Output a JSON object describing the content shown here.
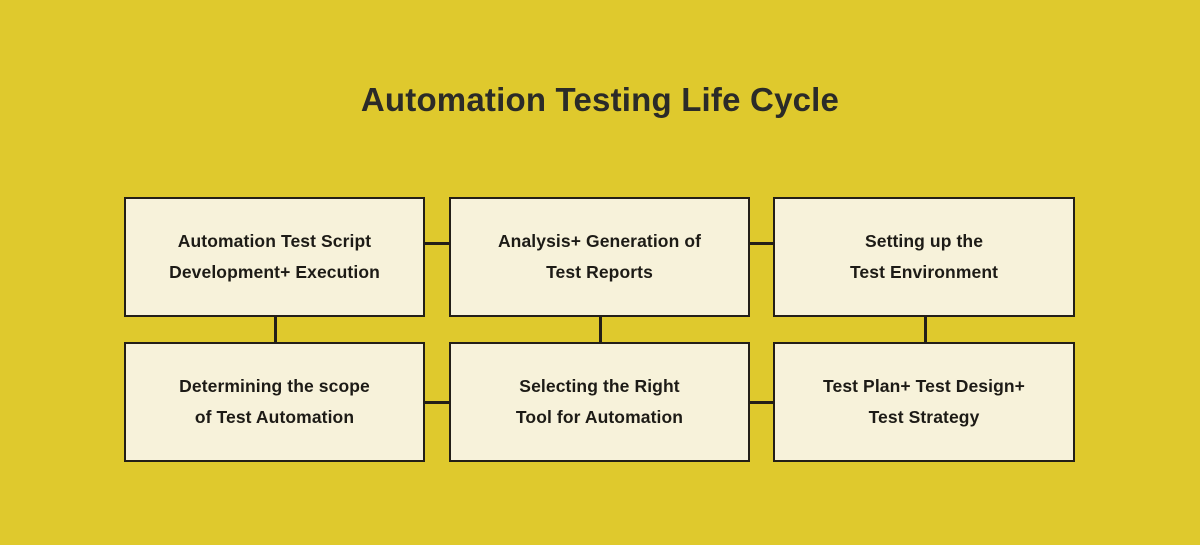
{
  "diagram": {
    "title": "Automation Testing Life Cycle",
    "background_color": "#dfc92d",
    "node_fill_color": "#f7f2da",
    "node_border_color": "#231f18",
    "text_color": "#1d1b16",
    "nodes": [
      {
        "id": "node-1",
        "line1": "Automation Test Script",
        "line2": "Development+ Execution"
      },
      {
        "id": "node-2",
        "line1": "Analysis+ Generation of",
        "line2": "Test Reports"
      },
      {
        "id": "node-3",
        "line1": "Setting up the",
        "line2": "Test Environment"
      },
      {
        "id": "node-4",
        "line1": "Determining the scope",
        "line2": "of Test Automation"
      },
      {
        "id": "node-5",
        "line1": "Selecting the Right",
        "line2": "Tool for Automation"
      },
      {
        "id": "node-6",
        "line1": "Test Plan+ Test Design+",
        "line2": "Test Strategy"
      }
    ],
    "connectors": [
      {
        "id": "conn-1-2",
        "orientation": "horizontal",
        "from": "node-1",
        "to": "node-2"
      },
      {
        "id": "conn-2-3",
        "orientation": "horizontal",
        "from": "node-2",
        "to": "node-3"
      },
      {
        "id": "conn-4-5",
        "orientation": "horizontal",
        "from": "node-4",
        "to": "node-5"
      },
      {
        "id": "conn-5-6",
        "orientation": "horizontal",
        "from": "node-5",
        "to": "node-6"
      },
      {
        "id": "conn-1-4",
        "orientation": "vertical",
        "from": "node-1",
        "to": "node-4"
      },
      {
        "id": "conn-2-5",
        "orientation": "vertical",
        "from": "node-2",
        "to": "node-5"
      },
      {
        "id": "conn-3-6",
        "orientation": "vertical",
        "from": "node-3",
        "to": "node-6"
      }
    ]
  }
}
